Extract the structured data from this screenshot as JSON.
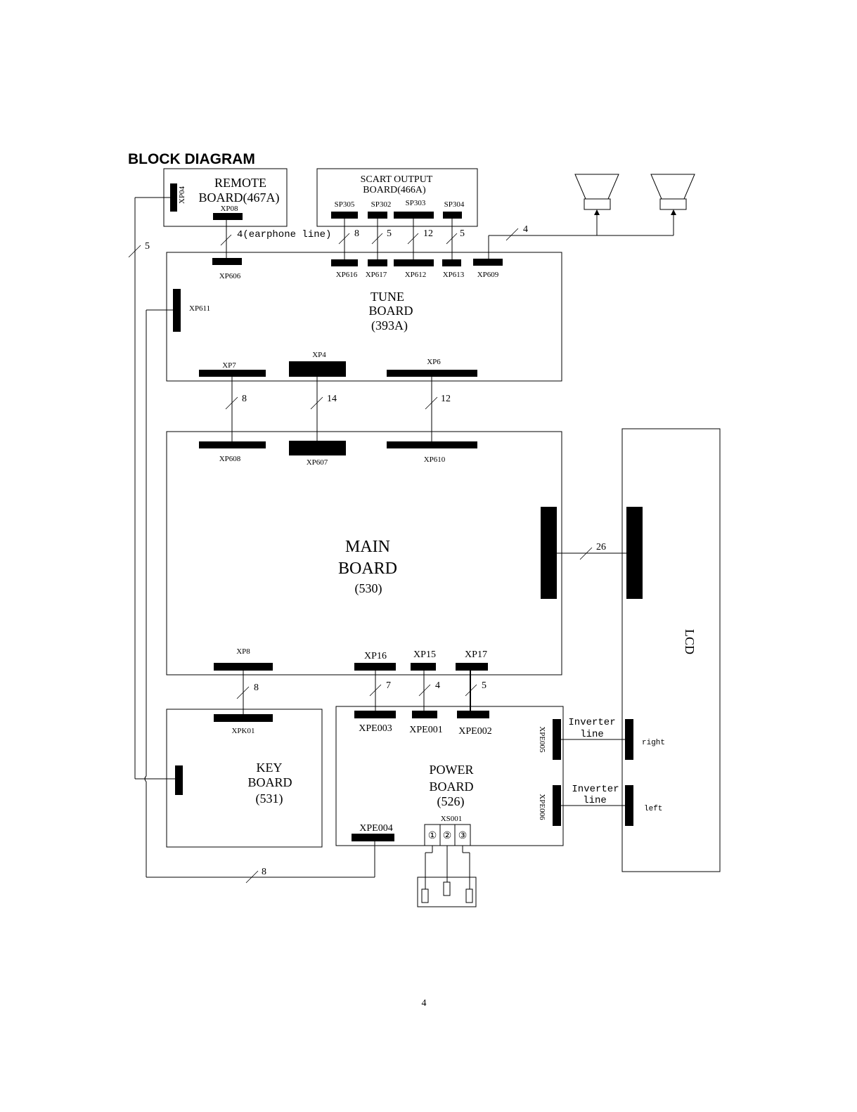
{
  "title": "BLOCK DIAGRAM",
  "page_number": "4",
  "boards": {
    "remote": {
      "line1": "REMOTE",
      "line2": "BOARD(467A)"
    },
    "scart": {
      "line1": "SCART OUTPUT",
      "line2": "BOARD(466A)"
    },
    "tune": {
      "line1": "TUNE",
      "line2": "BOARD",
      "line3": "(393A)"
    },
    "main": {
      "line1": "MAIN",
      "line2": "BOARD",
      "line3": "(530)"
    },
    "key": {
      "line1": "KEY",
      "line2": "BOARD",
      "line3": "(531)"
    },
    "power": {
      "line1": "POWER",
      "line2": "BOARD",
      "line3": "(526)"
    },
    "lcd": {
      "label": "LCD"
    }
  },
  "connectors": {
    "xp04": "XP04",
    "xp08": "XP08",
    "sp305": "SP305",
    "sp302": "SP302",
    "sp303": "SP303",
    "sp304": "SP304",
    "xp606": "XP606",
    "xp616": "XP616",
    "xp617": "XP617",
    "xp612": "XP612",
    "xp613": "XP613",
    "xp609": "XP609",
    "xp611": "XP611",
    "xp7": "XP7",
    "xp4": "XP4",
    "xp6": "XP6",
    "xp608": "XP608",
    "xp607": "XP607",
    "xp610": "XP610",
    "xp8": "XP8",
    "xp16": "XP16",
    "xp15": "XP15",
    "xp17": "XP17",
    "xpk01": "XPK01",
    "xpe003": "XPE003",
    "xpe001": "XPE001",
    "xpe002": "XPE002",
    "xpe004": "XPE004",
    "xpe005": "XPE005",
    "xpe006": "XPE006",
    "xs001": "XS001"
  },
  "wire_counts": {
    "remote_tune": "4(earphone line)",
    "sp305": "8",
    "sp302": "5",
    "sp303": "12",
    "sp304": "5",
    "speakers": "4",
    "remote_key": "5",
    "xp7": "8",
    "xp4": "14",
    "xp6": "12",
    "lcd": "26",
    "xp8": "8",
    "xp16": "7",
    "xp15": "4",
    "xp17": "5",
    "xpe004": "8"
  },
  "inverter": {
    "top_line1": "Inverter",
    "top_line2": "line",
    "bottom_line1": "Inverter",
    "bottom_line2": "line",
    "right_label": "right",
    "left_label": "left"
  },
  "socket_pins": [
    "①",
    "②",
    "③"
  ],
  "icons": [
    "speaker-icon",
    "power-plug-icon",
    "arrow-up-icon"
  ]
}
